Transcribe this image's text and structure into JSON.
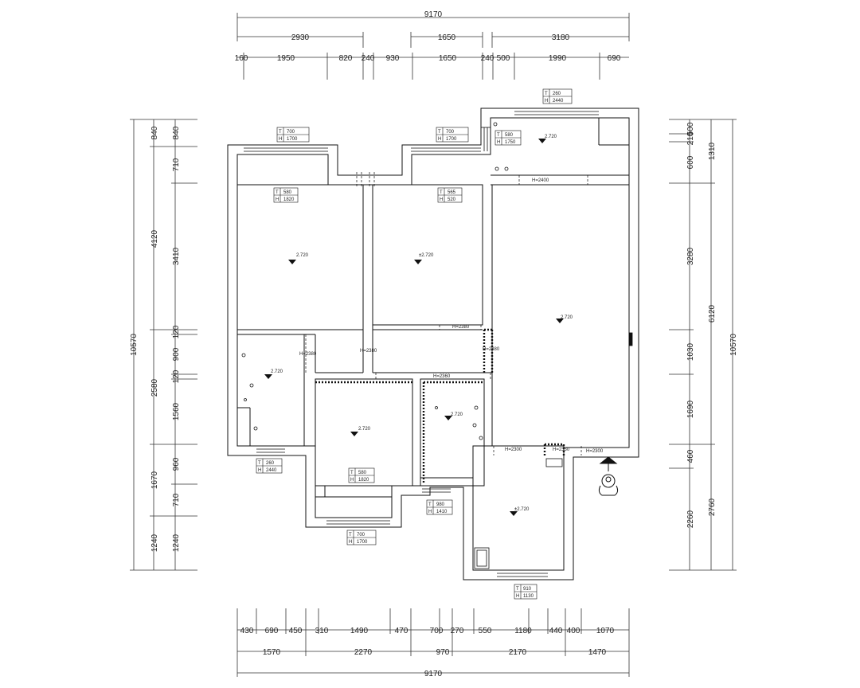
{
  "plan": {
    "top_dimensions": {
      "total": "9170",
      "row2": [
        "2930",
        "1650",
        "3180"
      ],
      "row3": [
        "160",
        "1950",
        "820",
        "240",
        "930",
        "1650",
        "240",
        "500",
        "1990",
        "690"
      ]
    },
    "bottom_dimensions": {
      "total": "9170",
      "row2": [
        "1570",
        "2270",
        "970",
        "2170",
        "1470"
      ],
      "row1": [
        "430",
        "690",
        "450",
        "310",
        "1490",
        "470",
        "700",
        "270",
        "550",
        "1180",
        "440",
        "400",
        "1070"
      ]
    },
    "left_dimensions": {
      "total": "10570",
      "outer": [
        "840",
        "4120",
        "2580",
        "1670",
        "1240"
      ],
      "inner": [
        "840",
        "710",
        "3410",
        "120",
        "900",
        "120",
        "1560",
        "960",
        "710",
        "1240"
      ]
    },
    "right_dimensions": {
      "total": "10570",
      "outer": [
        "1310",
        "6120",
        "2760"
      ],
      "inner": [
        "500",
        "210",
        "600",
        "3280",
        "1030",
        "1690",
        "460",
        "2260"
      ]
    },
    "window_tags": [
      {
        "t": "700",
        "h": "1700"
      },
      {
        "t": "700",
        "h": "1700"
      },
      {
        "t": "260",
        "h": "2440"
      },
      {
        "t": "580",
        "h": "1820"
      },
      {
        "t": "565",
        "h": "520"
      },
      {
        "t": "580",
        "h": "1750"
      },
      {
        "t": "260",
        "h": "2440"
      },
      {
        "t": "580",
        "h": "1820"
      },
      {
        "t": "980",
        "h": "1410"
      },
      {
        "t": "700",
        "h": "1700"
      },
      {
        "t": "910",
        "h": "1130"
      }
    ],
    "elevations": [
      "2.720",
      "±2.720",
      "2.720",
      "2.720",
      "2.720",
      "2.720",
      "2.720",
      "±2.720"
    ],
    "beam_labels": [
      "H=2400",
      "H=2380",
      "H=2380",
      "H=2380",
      "H=2360",
      "H=2300",
      "H=2330",
      "H=2380",
      "H=2300"
    ]
  }
}
